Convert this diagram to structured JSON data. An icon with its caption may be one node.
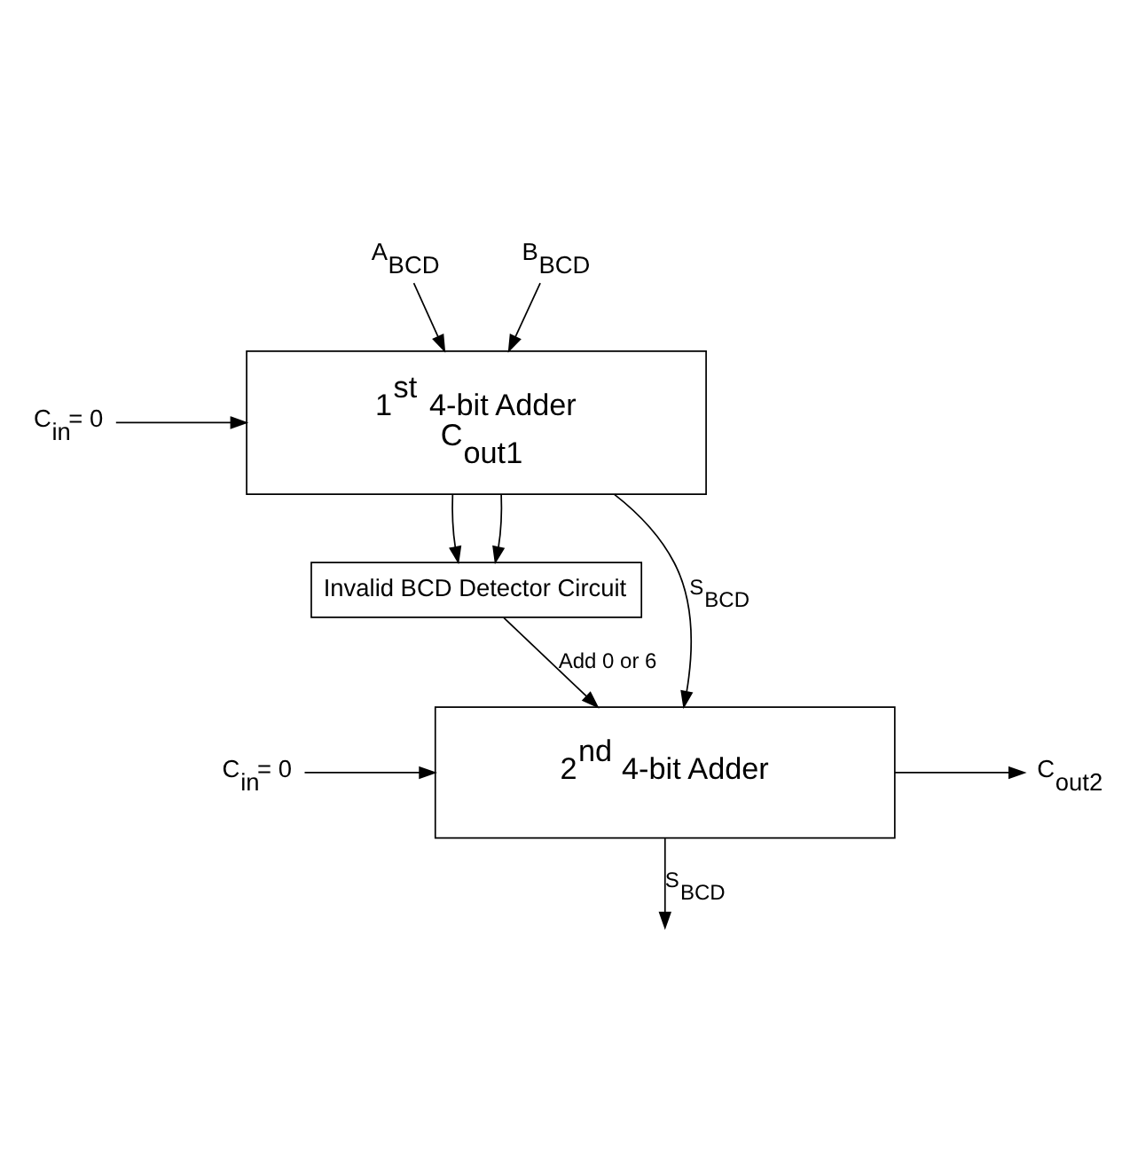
{
  "diagram": {
    "nodes": [
      {
        "text": [
          "A$_{BCD}$"
        ]
      },
      {
        "text": [
          "B$_{BCD}$"
        ]
      },
      {
        "text": [
          "1$^{st}$ 4-bit Adder",
          "C$_{out1}$"
        ]
      },
      {
        "text": [
          "C$_{in}$= 0"
        ]
      },
      {
        "text": [
          "Invalid BCD Detector Circuit"
        ]
      },
      {
        "text": [
          "2$^{nd}$ 4-bit Adder"
        ]
      },
      {
        "text": [
          "C$_{in}$= 0"
        ]
      },
      {
        "text": [
          "C$_{out2}$"
        ]
      }
    ],
    "edges": [
      {
        "from": 0,
        "to": 2,
        "arrow": "to"
      },
      {
        "from": 1,
        "to": 2,
        "arrow": "to"
      },
      {
        "from": 3,
        "to": 2,
        "arrow": "to"
      },
      {
        "from": 2,
        "to": 4,
        "arrow": "to"
      },
      {
        "from": 2,
        "to": 4,
        "arrow": "to"
      },
      {
        "from": 2,
        "to": 5,
        "arrow": "to",
        "label": "S$_{BCD}$"
      },
      {
        "from": 4,
        "to": 5,
        "arrow": "to",
        "label": "Add 0 or 6"
      },
      {
        "from": 6,
        "to": 5,
        "arrow": "to"
      },
      {
        "from": 5,
        "to": 7,
        "arrow": "to"
      },
      {
        "from": 5,
        "to": null,
        "arrow": "to",
        "label": "S$_{BCD}$"
      }
    ]
  }
}
